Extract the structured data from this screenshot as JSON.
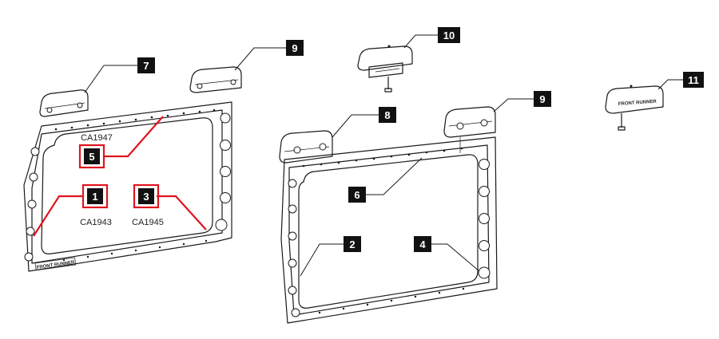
{
  "diagram": {
    "colors": {
      "line": "#1a1a1a",
      "highlight": "#e0141e",
      "label_bg": "#111111"
    },
    "callouts": [
      {
        "num": "7"
      },
      {
        "num": "9"
      },
      {
        "num": "5"
      },
      {
        "num": "1"
      },
      {
        "num": "3"
      },
      {
        "num": "10"
      },
      {
        "num": "8"
      },
      {
        "num": "9"
      },
      {
        "num": "6"
      },
      {
        "num": "2"
      },
      {
        "num": "4"
      },
      {
        "num": "11"
      }
    ],
    "part_codes": [
      "CA1947",
      "CA1943",
      "CA1945"
    ],
    "brand_marks": [
      "FRONT RUNNER",
      "FRONT RUNNER"
    ]
  }
}
